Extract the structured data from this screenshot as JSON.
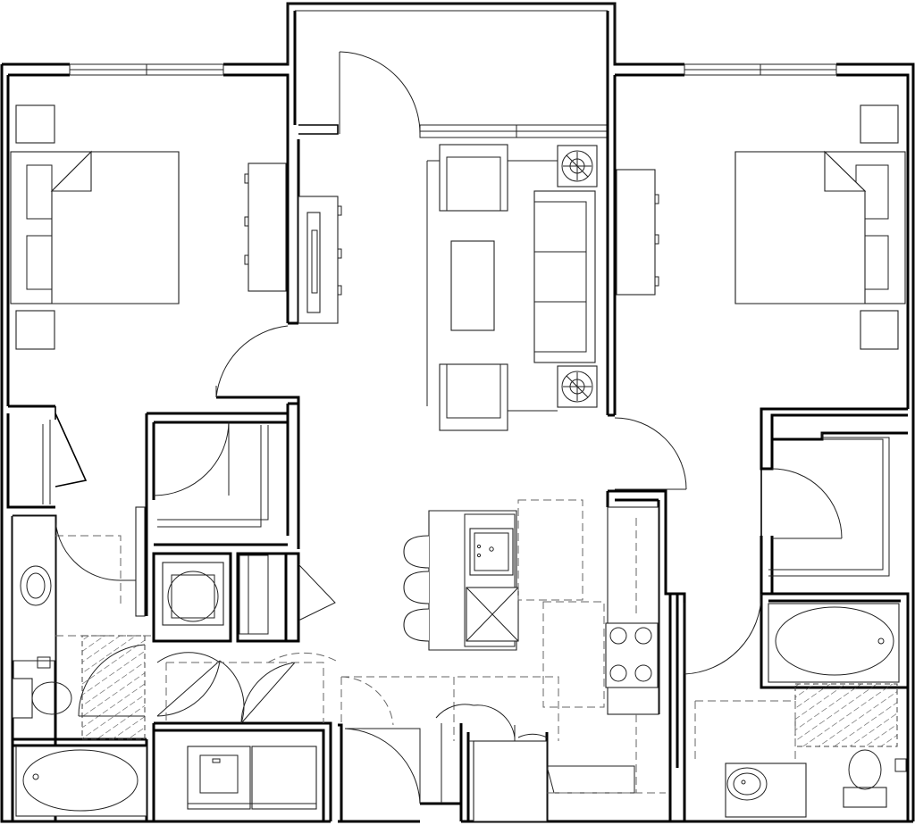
{
  "plan": {
    "rooms": [
      "bedroom-left",
      "bedroom-right",
      "living-room",
      "balcony",
      "kitchen",
      "bath-left",
      "bath-right",
      "laundry",
      "closets"
    ],
    "labels": []
  }
}
